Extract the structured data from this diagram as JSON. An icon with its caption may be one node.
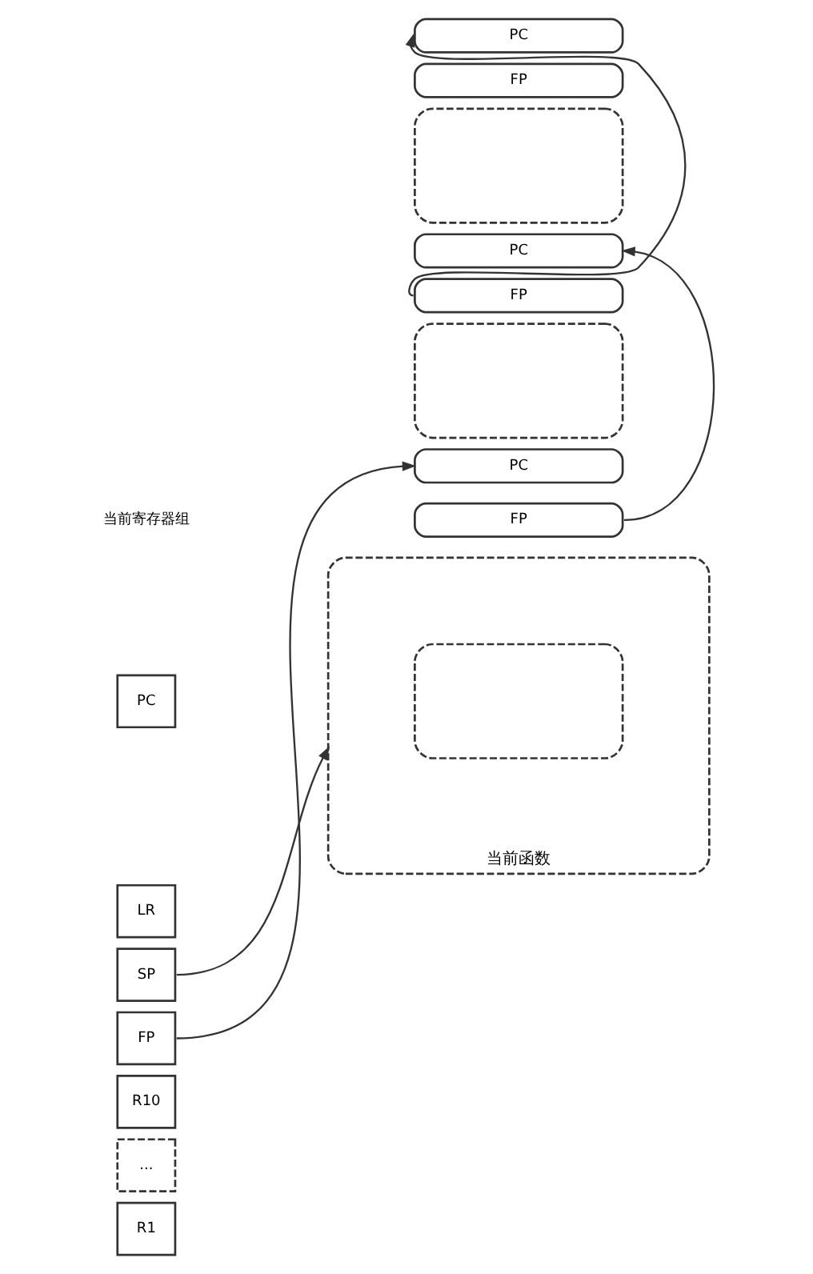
{
  "diagram": {
    "nodes": [
      {
        "text": [
          "PC"
        ]
      },
      {
        "text": [
          "FP"
        ]
      },
      {
        "text": [],
        "shape": "box"
      },
      {
        "text": [
          "PC"
        ]
      },
      {
        "text": [
          "FP"
        ]
      },
      {
        "text": [],
        "shape": "box"
      },
      {
        "text": [
          "PC"
        ]
      },
      {
        "text": [
          "FP"
        ]
      },
      {
        "text": [
          "当前函数"
        ]
      },
      {
        "text": [],
        "shape": "box",
        "in": 8
      },
      {
        "text": [
          "PC"
        ]
      },
      {
        "text": [
          "LR"
        ]
      },
      {
        "text": [
          "SP"
        ]
      },
      {
        "text": [
          "FP"
        ]
      },
      {
        "text": [
          "R10"
        ]
      },
      {
        "text": [
          "..."
        ]
      },
      {
        "text": [
          "R1"
        ]
      }
    ],
    "edges": [
      {
        "from": 4,
        "to": 0,
        "arrow": "to"
      },
      {
        "from": 7,
        "to": 3,
        "arrow": "to"
      },
      {
        "from": 13,
        "to": 6,
        "arrow": "to"
      },
      {
        "from": 12,
        "to": 8,
        "arrow": "to"
      }
    ],
    "labels": [
      "当前寄存器组"
    ]
  }
}
